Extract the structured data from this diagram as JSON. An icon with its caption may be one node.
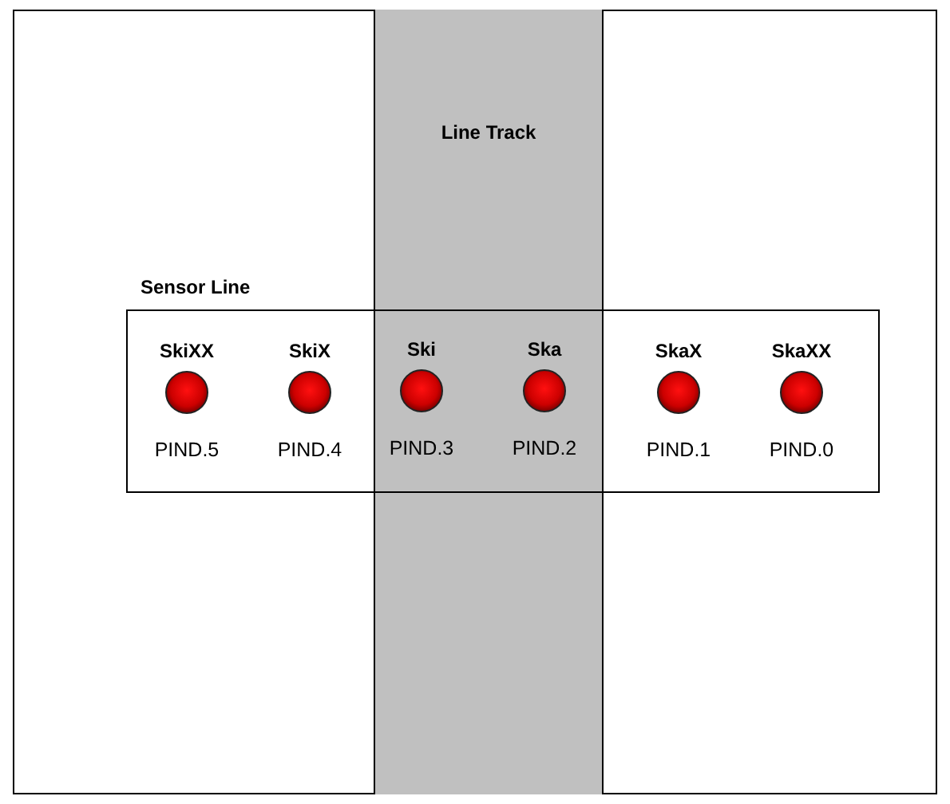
{
  "diagram": {
    "nodes": [
      {
        "text": [
          "Line Track"
        ]
      },
      {
        "text": [
          "Sensor Line"
        ]
      },
      {
        "text": [
          "SkiXX",
          "PIND.5"
        ],
        "in": 1
      },
      {
        "text": [
          "SkiX",
          "PIND.4"
        ],
        "in": 1
      },
      {
        "text": [
          "Ski",
          "PIND.3"
        ]
      },
      {
        "text": [
          "Ska",
          "PIND.2"
        ]
      },
      {
        "text": [
          "SkaX",
          "PIND.1"
        ],
        "in": 1
      },
      {
        "text": [
          "SkaXX",
          "PIND.0"
        ],
        "in": 1
      }
    ],
    "edges": []
  }
}
